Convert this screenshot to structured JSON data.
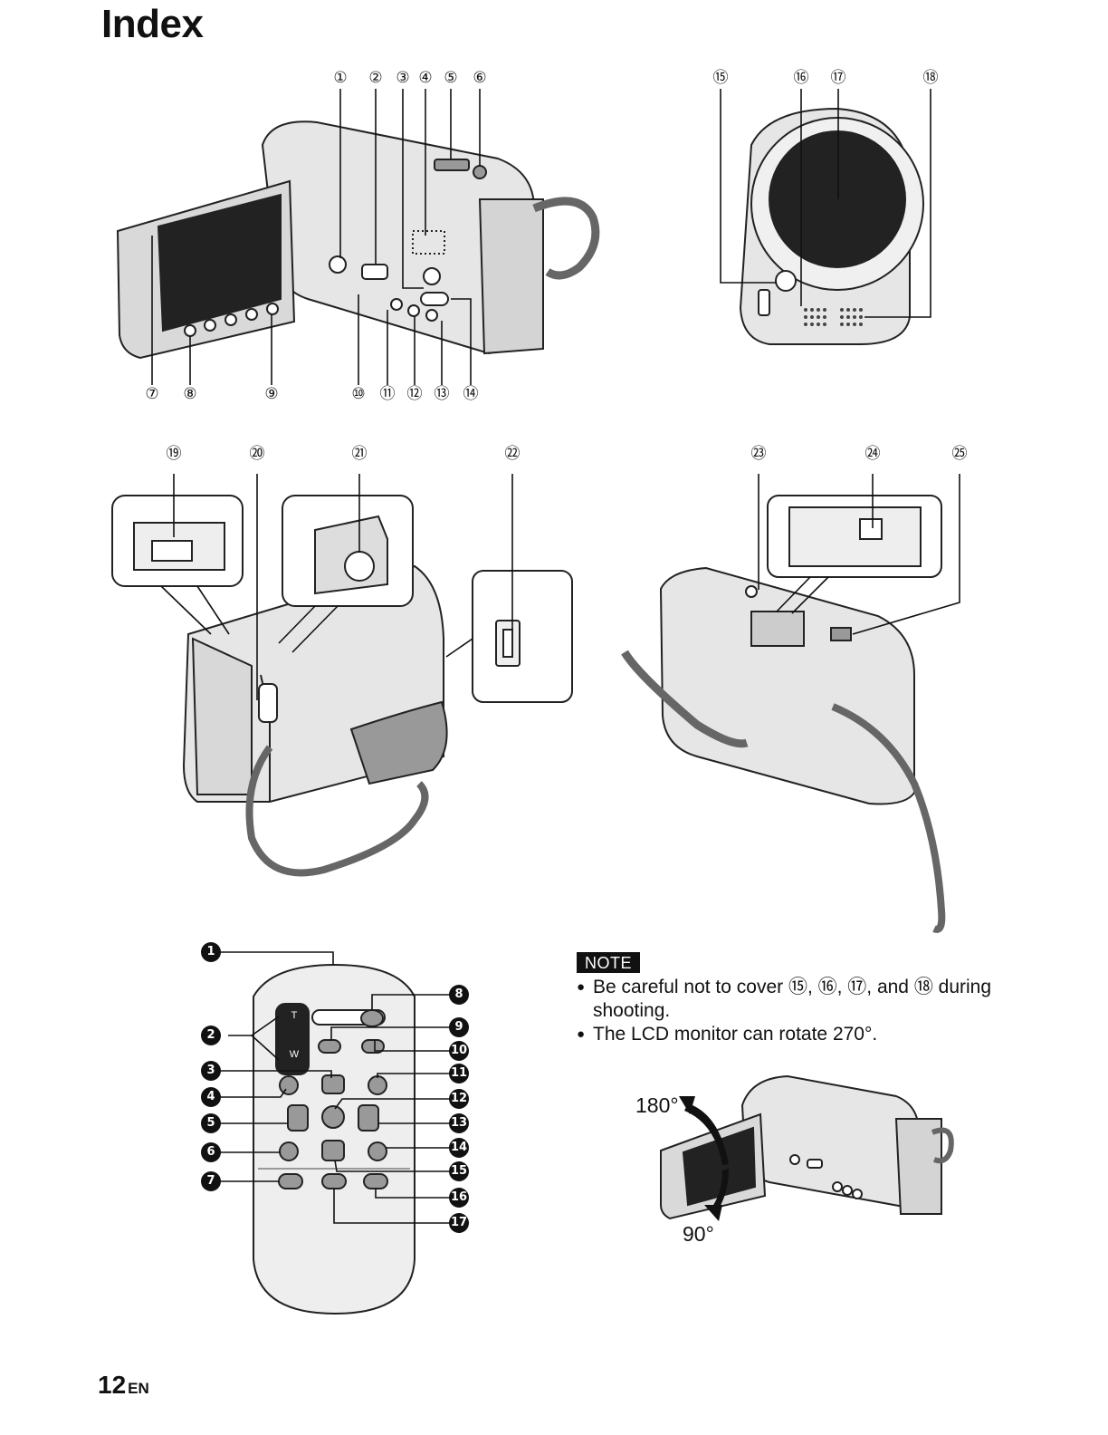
{
  "page": {
    "title": "Index",
    "page_number": "12",
    "language_code": "EN"
  },
  "figures": {
    "front_view_labels": [
      "①",
      "②",
      "③",
      "④",
      "⑤",
      "⑥",
      "⑦",
      "⑧",
      "⑨",
      "⑩",
      "⑪",
      "⑫",
      "⑬",
      "⑭"
    ],
    "lens_view_labels": [
      "⑮",
      "⑯",
      "⑰",
      "⑱"
    ],
    "rear_view_labels": [
      "⑲",
      "⑳",
      "㉑",
      "㉒"
    ],
    "bottom_view_labels": [
      "㉓",
      "㉔",
      "㉕"
    ],
    "remote_labels": [
      "1",
      "2",
      "3",
      "4",
      "5",
      "6",
      "7",
      "8",
      "9",
      "10",
      "11",
      "12",
      "13",
      "14",
      "15",
      "16",
      "17"
    ],
    "remote_keys": {
      "tele": "T",
      "wide": "W"
    },
    "rotation": {
      "upper": "180°",
      "lower": "90°"
    }
  },
  "note": {
    "badge": "NOTE",
    "items": [
      "Be careful not to cover ⑮, ⑯, ⑰, and ⑱ during shooting.",
      "The LCD monitor can rotate 270°."
    ]
  }
}
